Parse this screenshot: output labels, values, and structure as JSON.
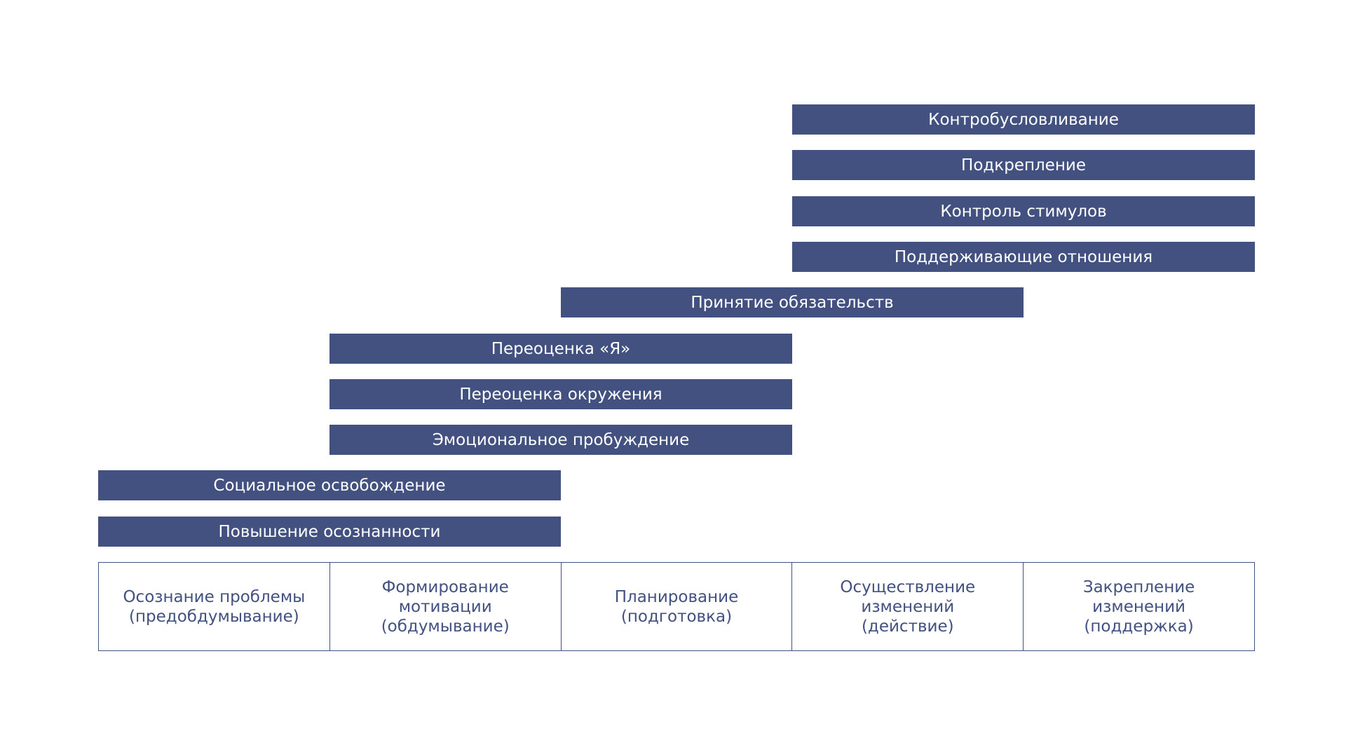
{
  "colors": {
    "bar_fill": "#42517f",
    "bar_text": "#ffffff",
    "stage_text": "#42517f",
    "stage_border": "#42517f"
  },
  "stages": [
    {
      "label": "Осознание проблемы\n(предобдумывание)"
    },
    {
      "label": "Формирование\nмотивации\n(обдумывание)"
    },
    {
      "label": "Планирование\n(подготовка)"
    },
    {
      "label": "Осуществление\nизменений\n(действие)"
    },
    {
      "label": "Закрепление\nизменений\n(поддержка)"
    }
  ],
  "processes": [
    {
      "label": "Контробусловливание",
      "stages": [
        4,
        5
      ]
    },
    {
      "label": "Подкрепление",
      "stages": [
        4,
        5
      ]
    },
    {
      "label": "Контроль стимулов",
      "stages": [
        4,
        5
      ]
    },
    {
      "label": "Поддерживающие отношения",
      "stages": [
        4,
        5
      ]
    },
    {
      "label": "Принятие обязательств",
      "stages": [
        3,
        4
      ]
    },
    {
      "label": "Переоценка «Я»",
      "stages": [
        2,
        3
      ]
    },
    {
      "label": "Переоценка окружения",
      "stages": [
        2,
        3
      ]
    },
    {
      "label": "Эмоциональное пробуждение",
      "stages": [
        2,
        3
      ]
    },
    {
      "label": "Социальное освобождение",
      "stages": [
        1,
        2
      ]
    },
    {
      "label": "Повышение осознанности",
      "stages": [
        1,
        2
      ]
    }
  ]
}
